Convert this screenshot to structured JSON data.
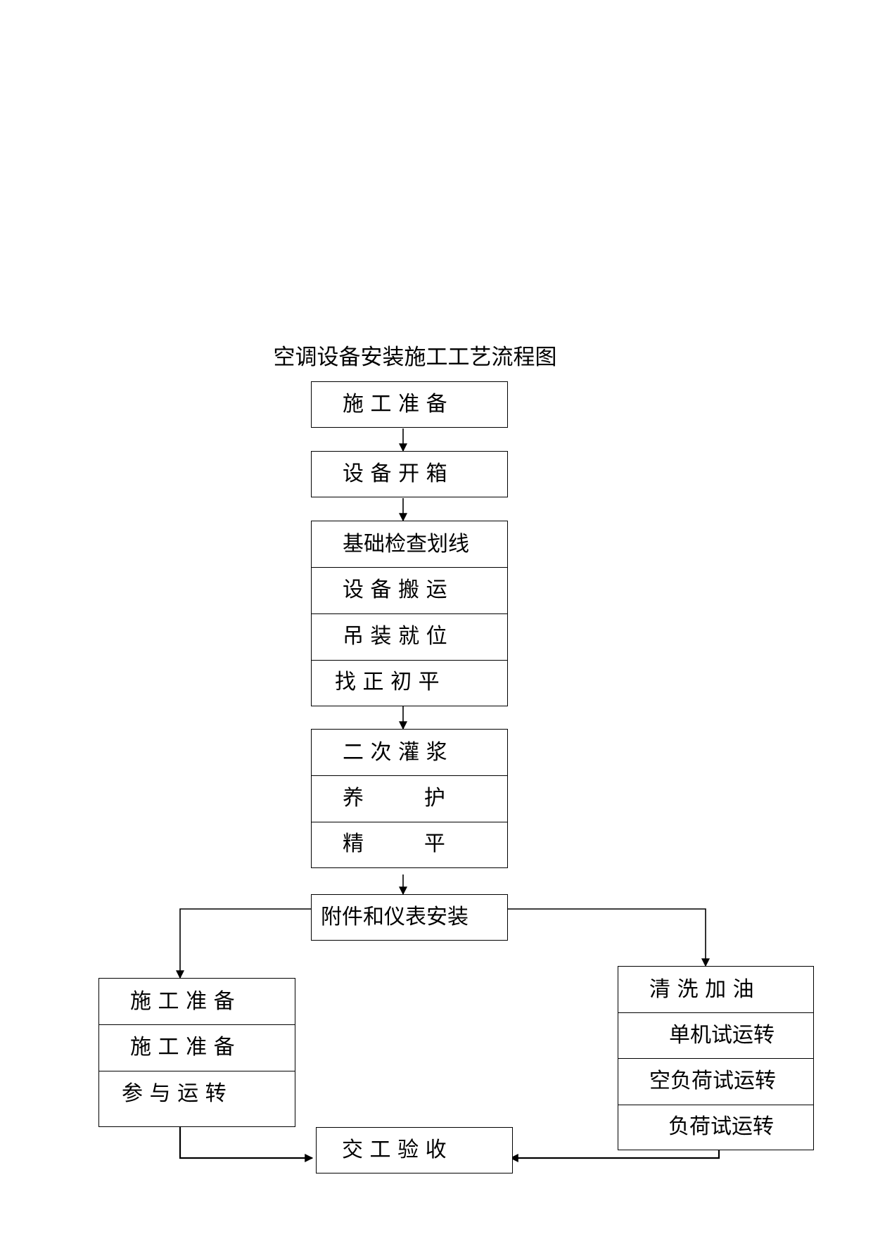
{
  "diagram": {
    "title": "空调设备安装施工工艺流程图",
    "main_flow": {
      "box1": [
        "施 工 准 备"
      ],
      "box2": [
        "设 备 开 箱"
      ],
      "box3": [
        "基础检查划线",
        "设 备 搬 运",
        "吊 装 就 位",
        "找 正 初 平"
      ],
      "box4": [
        "二 次 灌 浆",
        "养         护",
        "精         平"
      ],
      "box5": [
        "附件和仪表安装"
      ]
    },
    "left_branch": [
      "施 工 准 备",
      "施 工 准 备",
      "参 与 运 转"
    ],
    "right_branch": [
      "清 洗 加 油",
      "单机试运转",
      "空负荷试运转",
      "负荷试运转"
    ],
    "final": [
      "交 工 验 收"
    ]
  }
}
